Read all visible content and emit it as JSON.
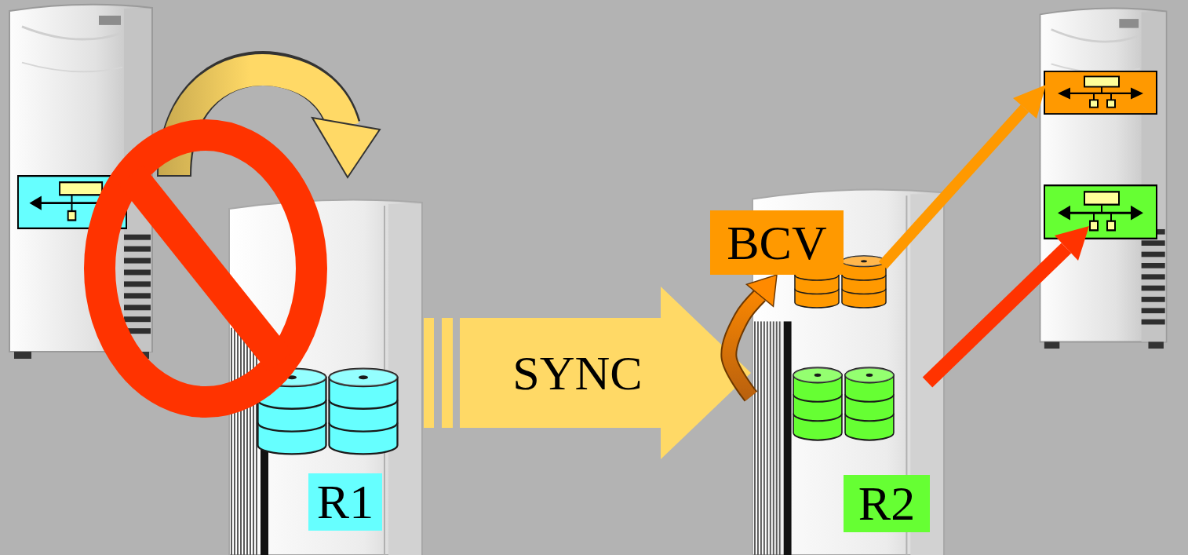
{
  "diagram": {
    "nodes": [
      {
        "text": [
          "R1"
        ]
      },
      {
        "text": [
          "BCV"
        ]
      },
      {
        "text": [
          "R2"
        ]
      }
    ],
    "edges": [
      {
        "from": 0,
        "to": 2,
        "label": "SYNC",
        "arrow": "to"
      },
      {
        "from": 2,
        "to": 1,
        "arrow": "to"
      }
    ]
  }
}
